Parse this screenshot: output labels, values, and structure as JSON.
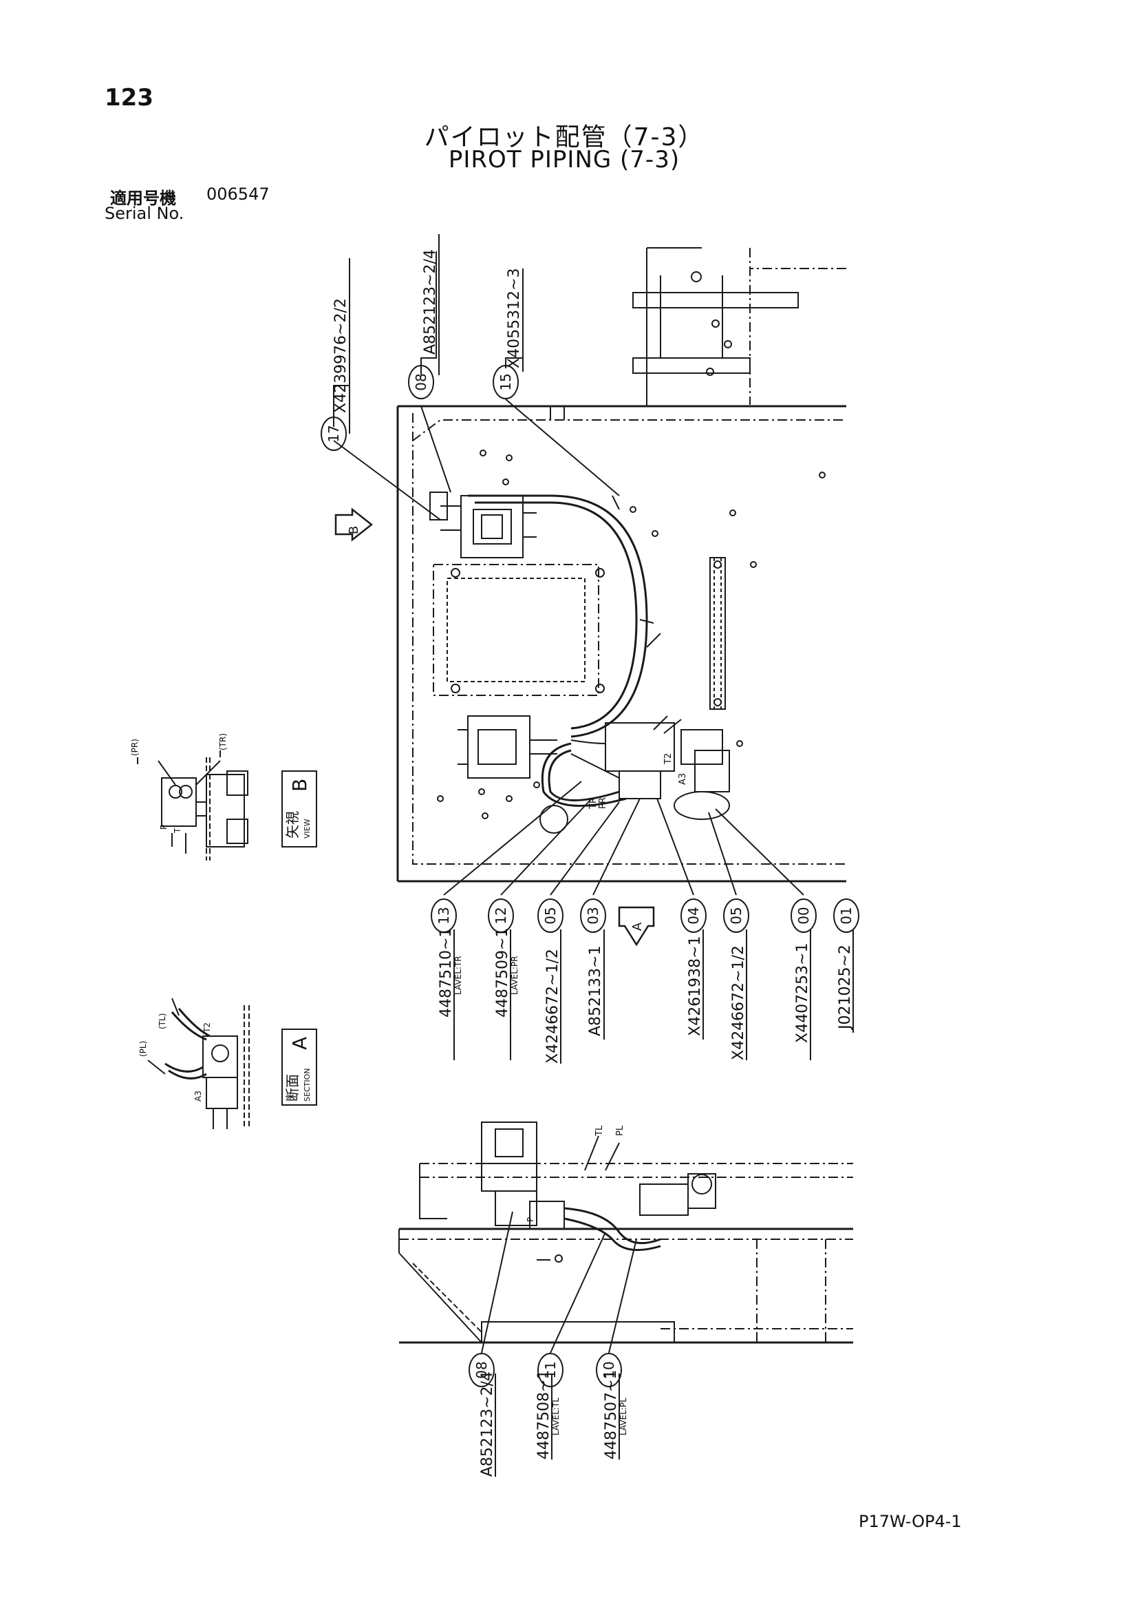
{
  "header": {
    "page_number": "123",
    "title_ja": "パイロット配管（7-3）",
    "title_en": "PIROT PIPING (7-3)",
    "serial_label_ja": "適用号機",
    "serial_value": "006547",
    "serial_label_en": "Serial No."
  },
  "footer": {
    "doc_code": "P17W-OP4-1"
  },
  "callouts": {
    "c17": "17",
    "c08": "08",
    "c15": "15",
    "c13": "13",
    "c12": "12",
    "c05a": "05",
    "c03": "03",
    "c04": "04",
    "c05b": "05",
    "c00": "00",
    "c01": "01",
    "c08b": "08",
    "c11": "11",
    "c10": "10"
  },
  "part_numbers": {
    "p17": "X4239976~2/2",
    "p08": "A852123~2/4",
    "p15": "X4055312~3",
    "p13": "4487510~1",
    "p12": "4487509~1",
    "p05a": "X4246672~1/2",
    "p03": "A852133~1",
    "p04": "X4261938~1",
    "p05b": "X4246672~1/2",
    "p00": "X4407253~1",
    "p01": "J021025~2",
    "p08b": "A852123~2/4",
    "p11": "4487508~1",
    "p10": "4487507~1"
  },
  "label_notes": {
    "n13": "LAVEL:TR",
    "n12": "LAVEL:PR",
    "n11": "LAVEL:TL",
    "n10": "LAVEL:PL"
  },
  "port_labels": {
    "tr": "TR",
    "pr": "PR",
    "t2": "T2",
    "a3": "A3",
    "pr_paren": "(PR)",
    "tr_paren": "(TR)",
    "p": "P",
    "t": "T",
    "tl_paren": "(TL)",
    "pl_paren": "(PL)",
    "t2b": "T2",
    "a3b": "A3",
    "tl": "TL",
    "pl": "PL",
    "p2": "P"
  },
  "view_labels": {
    "arrow_b": "B",
    "arrow_a": "A",
    "view_b_ja": "矢視",
    "view_b_en": "VIEW",
    "view_b_letter": "B",
    "section_a_ja": "断面",
    "section_a_en": "SECTION",
    "section_a_letter": "A"
  }
}
